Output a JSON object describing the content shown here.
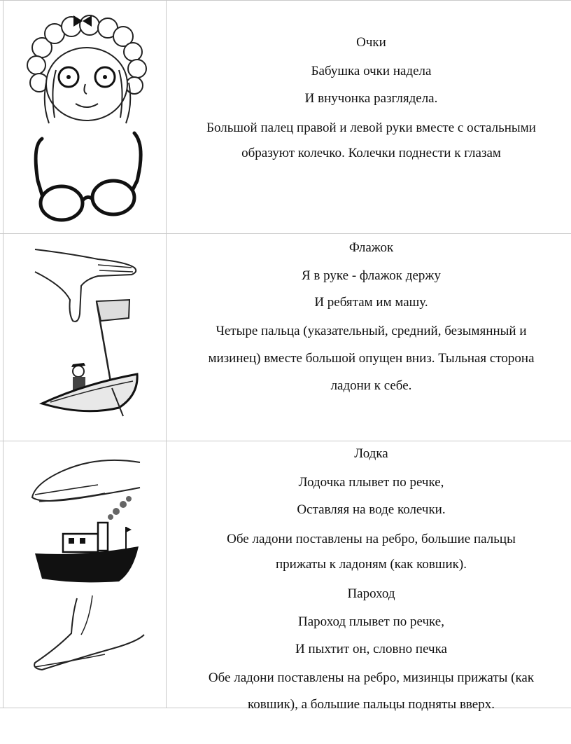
{
  "sections": [
    {
      "title": "Очки",
      "verse": [
        "Бабушка очки надела",
        "И внучонка разглядела."
      ],
      "instruction": [
        "Большой палец правой и левой руки вместе с остальными",
        "образуют колечко. Колечки поднести к глазам"
      ],
      "illustration": "grandma-glasses-picture"
    },
    {
      "title": "Флажок",
      "verse": [
        "Я в руке - флажок держу",
        "И ребятам им машу."
      ],
      "instruction": [
        "Четыре пальца (указательный, средний, безымянный и",
        "мизинец) вместе большой опущен вниз. Тыльная сторона",
        "ладони к себе."
      ],
      "illustration": "hand-flag-boat-picture"
    },
    {
      "title": "Лодка",
      "verse": [
        "Лодочка плывет по речке,",
        "Оставляя на воде колечки."
      ],
      "instruction": [
        "Обе ладони поставлены на ребро, большие пальцы",
        "прижаты к ладоням (как ковшик)."
      ],
      "illustration": "hands-steamboat-picture"
    },
    {
      "title": "Пароход",
      "verse": [
        "Пароход плывет по речке,",
        "И пыхтит он, словно печка"
      ],
      "instruction": [
        "Обе ладони поставлены на ребро, мизинцы прижаты (как",
        "ковшик), а большие пальцы подняты вверх."
      ]
    }
  ]
}
